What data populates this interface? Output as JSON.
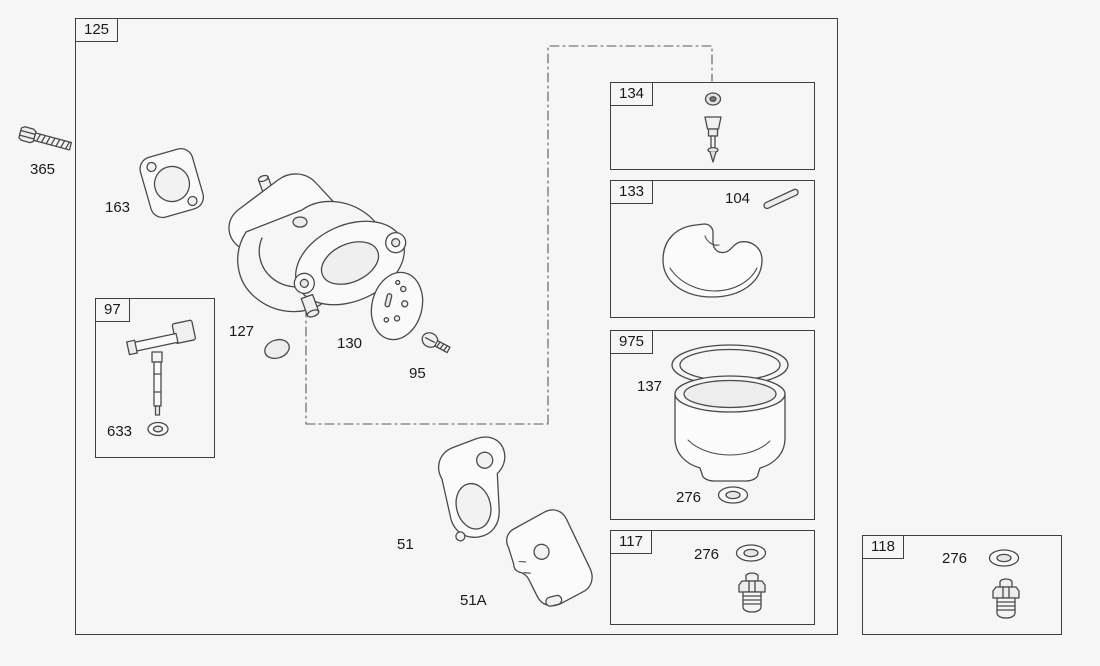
{
  "diagram": {
    "labels": {
      "main_group": "125",
      "box_97": "97",
      "box_134": "134",
      "box_133": "133",
      "box_975": "975",
      "box_117": "117",
      "box_118": "118",
      "part_365": "365",
      "part_163": "163",
      "part_127": "127",
      "part_130": "130",
      "part_95": "95",
      "part_633": "633",
      "part_104": "104",
      "part_137": "137",
      "part_276_bowl": "276",
      "part_276_box117": "276",
      "part_276_box118": "276",
      "part_51": "51",
      "part_51A": "51A"
    },
    "colors": {
      "line": "#4a4a4a",
      "background": "#f6f6f6"
    }
  }
}
